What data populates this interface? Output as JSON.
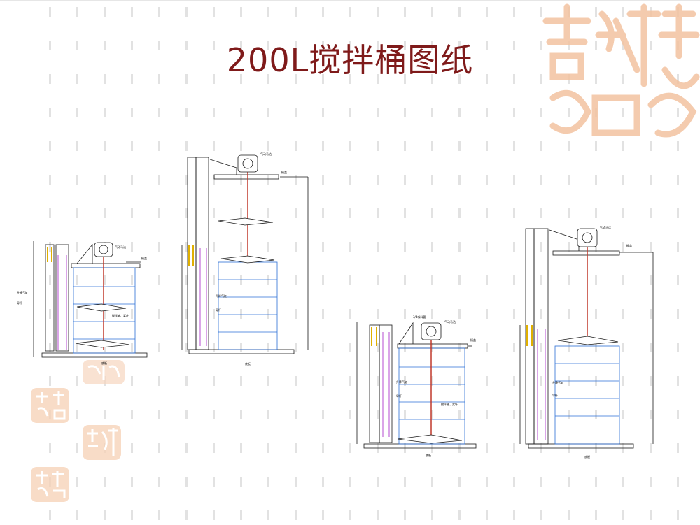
{
  "title": "200L搅拌桶图纸",
  "watermark": {
    "text": "吉祥如意",
    "color": "#f3c3a0"
  },
  "labels": {
    "motor": "气动马达",
    "lid": "桶盖",
    "lift_cylinder": "升降气缸",
    "guide_rod": "导杆",
    "shaft_blade": "搅拌轴、桨叶",
    "base_plate": "底板",
    "feed_pipe": "3/4吸料管",
    "dim_lift": "升降气缸"
  },
  "colors": {
    "line": "#1a1a1a",
    "drum": "#2b6fd6",
    "cylinder": "#b44bd0",
    "shaft": "#c0392b",
    "accent": "#e0b000",
    "guide": "#333333"
  }
}
